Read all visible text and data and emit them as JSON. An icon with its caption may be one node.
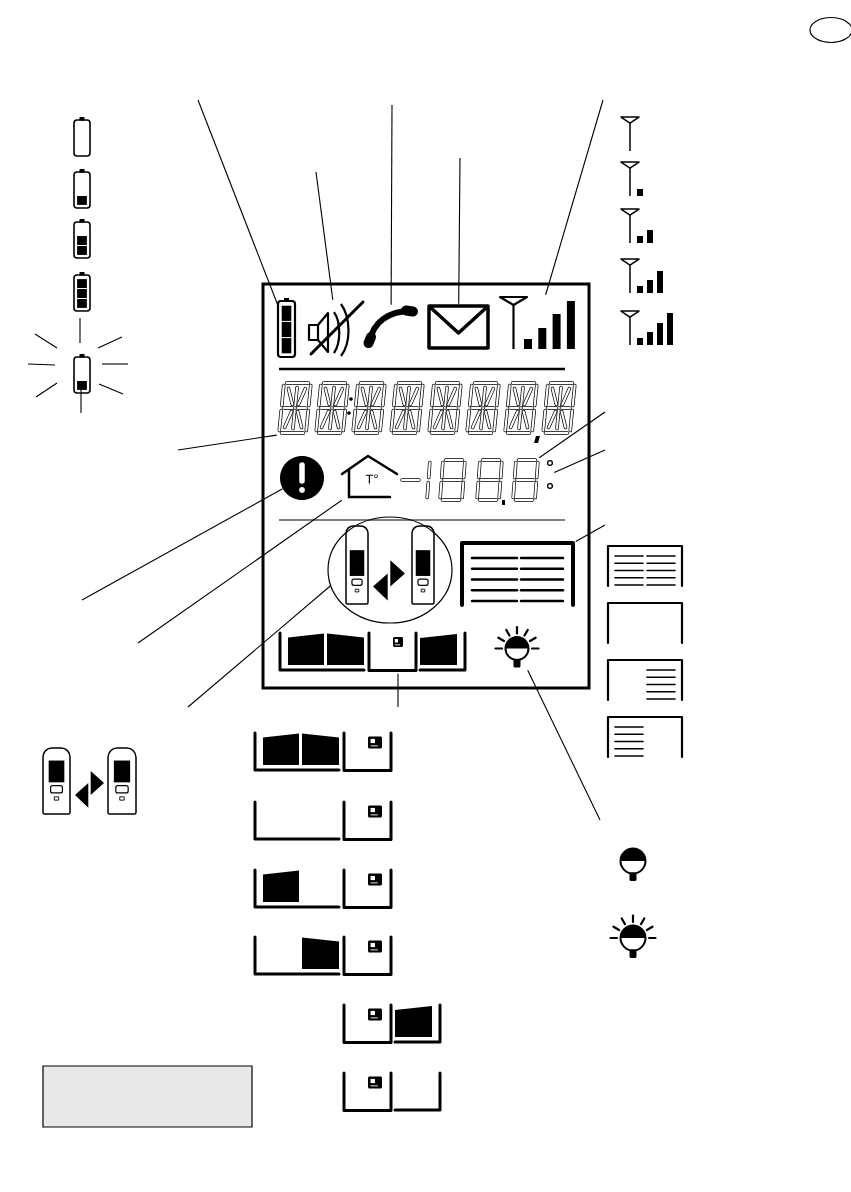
{
  "diagram": {
    "nodes": [
      {
        "text": [],
        "shape": "circle"
      },
      {
        "text": [],
        "shape": "box"
      },
      {
        "text": [],
        "shape": "picture",
        "in": 1
      },
      {
        "text": [],
        "shape": "picture",
        "in": 1
      },
      {
        "text": [],
        "shape": "picture",
        "in": 1
      },
      {
        "text": [],
        "shape": "picture",
        "in": 1
      },
      {
        "text": [],
        "shape": "picture",
        "in": 1
      },
      {
        "text": [],
        "shape": "picture",
        "in": 1
      },
      {
        "text": [],
        "shape": "picture",
        "in": 1
      },
      {
        "text": [],
        "shape": "picture",
        "in": 1
      },
      {
        "text": [],
        "shape": "picture",
        "in": 1
      },
      {
        "text": [
          "T°"
        ],
        "in": 1
      },
      {
        "text": [],
        "shape": "circle",
        "in": 1
      },
      {
        "text": [],
        "shape": "picture",
        "in": 1
      },
      {
        "text": [],
        "shape": "picture",
        "in": 1
      },
      {
        "text": [],
        "shape": "picture",
        "in": 1
      },
      {
        "text": [],
        "shape": "box"
      }
    ],
    "edges": [
      {
        "from": null,
        "to": 2,
        "arrow": "none"
      },
      {
        "from": null,
        "to": 3,
        "arrow": "none"
      },
      {
        "from": null,
        "to": 4,
        "arrow": "none"
      },
      {
        "from": null,
        "to": 5,
        "arrow": "none"
      },
      {
        "from": null,
        "to": 6,
        "arrow": "none"
      },
      {
        "from": null,
        "to": 7,
        "arrow": "none"
      },
      {
        "from": null,
        "to": 8,
        "arrow": "none"
      },
      {
        "from": null,
        "to": 9,
        "arrow": "none"
      },
      {
        "from": null,
        "to": 13,
        "arrow": "none"
      },
      {
        "from": null,
        "to": 10,
        "arrow": "none"
      },
      {
        "from": null,
        "to": 11,
        "arrow": "none"
      },
      {
        "from": null,
        "to": 12,
        "arrow": "none"
      },
      {
        "from": null,
        "to": 14,
        "arrow": "none"
      },
      {
        "from": null,
        "to": 15,
        "arrow": "none"
      }
    ]
  }
}
